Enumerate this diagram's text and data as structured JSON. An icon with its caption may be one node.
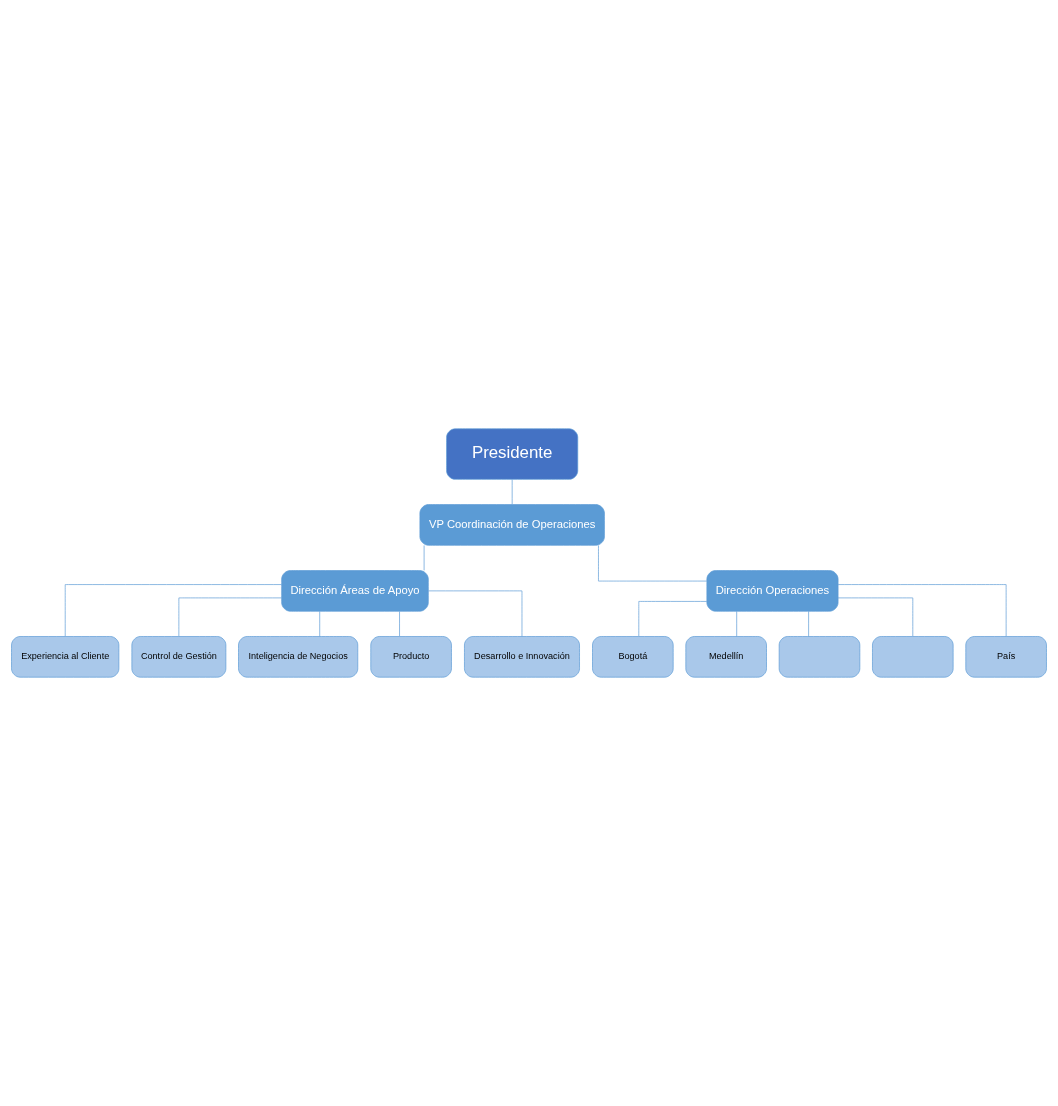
{
  "diagram": {
    "nodes": [
      {
        "text": [
          "Presidente"
        ]
      },
      {
        "text": [
          "VP Coordinación de Operaciones"
        ]
      },
      {
        "text": [
          "Dirección Áreas de Apoyo"
        ]
      },
      {
        "text": [
          "Dirección Operaciones"
        ]
      },
      {
        "text": [
          "Experiencia al Cliente"
        ]
      },
      {
        "text": [
          "Control de Gestión"
        ]
      },
      {
        "text": [
          "Inteligencia de Negocios"
        ]
      },
      {
        "text": [
          "Producto"
        ]
      },
      {
        "text": [
          "Desarrollo e Innovación"
        ]
      },
      {
        "text": [
          "Bogotá"
        ]
      },
      {
        "text": [
          "Medellín"
        ]
      },
      {
        "text": [],
        "shape": "box"
      },
      {
        "text": [],
        "shape": "box"
      },
      {
        "text": [
          "País"
        ]
      }
    ],
    "edges": [
      {
        "from": 0,
        "to": 1,
        "arrow": "none"
      },
      {
        "from": 1,
        "to": 2,
        "arrow": "none"
      },
      {
        "from": 1,
        "to": 3,
        "arrow": "none"
      },
      {
        "from": 2,
        "to": 4,
        "arrow": "none"
      },
      {
        "from": 2,
        "to": 5,
        "arrow": "none"
      },
      {
        "from": 2,
        "to": 6,
        "arrow": "none"
      },
      {
        "from": 2,
        "to": 7,
        "arrow": "none"
      },
      {
        "from": 2,
        "to": 8,
        "arrow": "none"
      },
      {
        "from": 3,
        "to": 9,
        "arrow": "none"
      },
      {
        "from": 3,
        "to": 10,
        "arrow": "none"
      },
      {
        "from": 3,
        "to": 11,
        "arrow": "none"
      },
      {
        "from": 3,
        "to": 12,
        "arrow": "none"
      },
      {
        "from": 3,
        "to": 13,
        "arrow": "none"
      }
    ]
  }
}
